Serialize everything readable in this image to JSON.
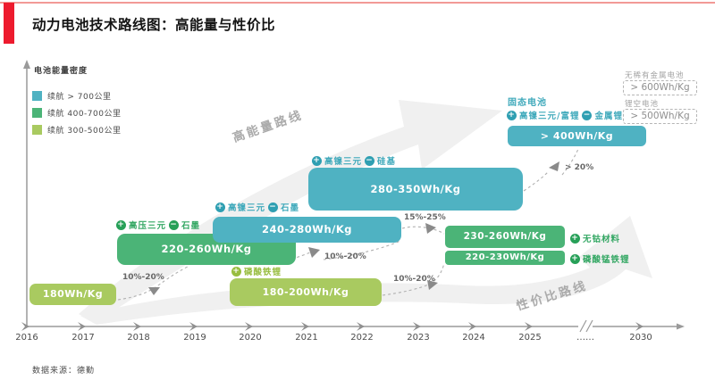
{
  "header": {
    "title": "动力电池技术路线图：高能量与性价比"
  },
  "y_axis": {
    "label": "电池能量密度"
  },
  "legend": {
    "items": [
      {
        "label": "续航 > 700公里",
        "color": "#4fb2c2"
      },
      {
        "label": "续航 400-700公里",
        "color": "#4bb477"
      },
      {
        "label": "续航 300-500公里",
        "color": "#a9ca60"
      }
    ]
  },
  "routes": {
    "high_energy": "高能量路线",
    "cost_perf": "性价比路线"
  },
  "icons": {
    "plus": "+",
    "minus": "−"
  },
  "bars": [
    {
      "label": "180Wh/Kg"
    },
    {
      "label": "220-260Wh/Kg"
    },
    {
      "label": "240-280Wh/Kg"
    },
    {
      "label": "280-350Wh/Kg"
    },
    {
      "label": "180-200Wh/Kg"
    },
    {
      "label": "230-260Wh/Kg"
    },
    {
      "label": "220-230Wh/Kg"
    },
    {
      "label": "> 400Wh/Kg"
    }
  ],
  "tech_labels": [
    {
      "add": "高压三元",
      "remove": "石墨"
    },
    {
      "add": "高镍三元",
      "remove": "石墨"
    },
    {
      "add": "高镍三元",
      "remove": "硅基"
    },
    {
      "category": "固态电池",
      "add": "高镍三元/富锂",
      "remove": "金属锂"
    },
    {
      "add": "磷酸铁锂"
    },
    {
      "add": "无钴材料"
    },
    {
      "add": "磷酸锰铁锂"
    }
  ],
  "future": [
    {
      "name": "无稀有金属电池",
      "value": "> 600Wh/Kg"
    },
    {
      "name": "锂空电池",
      "value": "> 500Wh/Kg"
    }
  ],
  "annotations": {
    "a1": "10%-20%",
    "a2": "10%-20%",
    "a3": "15%-25%",
    "a4": "10%-20%",
    "a5": "> 20%"
  },
  "timeline": {
    "years": [
      "2016",
      "2017",
      "2018",
      "2019",
      "2020",
      "2021",
      "2022",
      "2023",
      "2024",
      "2025",
      "……",
      "2030"
    ]
  },
  "footer": {
    "source": "数据来源：德勤"
  },
  "colors": {
    "teal": "#4fb2c2",
    "green": "#4bb477",
    "light_green": "#a9ca60",
    "red": "#ed1b2e",
    "arrow_gray": "#f0f0f0",
    "axis_gray": "#9a9a9a"
  },
  "chart_data": {
    "type": "bar",
    "title": "动力电池技术路线图：高能量与性价比",
    "ylabel": "电池能量密度",
    "xlabel": "",
    "x_ticks": [
      "2016",
      "2017",
      "2018",
      "2019",
      "2020",
      "2021",
      "2022",
      "2023",
      "2024",
      "2025",
      "……",
      "2030"
    ],
    "legend_position": "top-left",
    "grid": false,
    "series": [
      {
        "name": "180Wh/Kg",
        "year_start": 2016.0,
        "year_end": 2017.6,
        "range_class": "续航 300-500公里",
        "route": "性价比路线"
      },
      {
        "name": "220-260Wh/Kg",
        "year_start": 2017.6,
        "year_end": 2020.8,
        "range_class": "续航 400-700公里",
        "added": "高压三元",
        "removed": "石墨",
        "gain_vs_prev": "10%-20%",
        "route": "高能量路线"
      },
      {
        "name": "240-280Wh/Kg",
        "year_start": 2019.3,
        "year_end": 2022.7,
        "range_class": "续航 > 700公里",
        "added": "高镍三元",
        "removed": "石墨",
        "gain_vs_prev": "10%-20%",
        "route": "高能量路线"
      },
      {
        "name": "280-350Wh/Kg",
        "year_start": 2021.0,
        "year_end": 2024.9,
        "range_class": "续航 > 700公里",
        "added": "高镍三元",
        "removed": "硅基",
        "gain_vs_prev": "15%-25%",
        "route": "高能量路线"
      },
      {
        "name": "180-200Wh/Kg",
        "year_start": 2019.6,
        "year_end": 2022.3,
        "range_class": "续航 300-500公里",
        "added": "磷酸铁锂",
        "route": "性价比路线"
      },
      {
        "name": "230-260Wh/Kg",
        "year_start": 2023.5,
        "year_end": 2025.6,
        "range_class": "续航 400-700公里",
        "added": "无钴材料",
        "gain_vs_prev": "15%-25%",
        "route": "性价比路线"
      },
      {
        "name": "220-230Wh/Kg",
        "year_start": 2023.5,
        "year_end": 2025.6,
        "range_class": "续航 400-700公里",
        "added": "磷酸锰铁锂",
        "gain_vs_prev": "10%-20%",
        "route": "性价比路线"
      },
      {
        "name": "> 400Wh/Kg",
        "year_start": 2024.6,
        "year_end": 2027.0,
        "category": "固态电池",
        "added": "高镍三元/富锂",
        "removed": "金属锂",
        "gain_vs_prev": "> 20%",
        "route": "高能量路线"
      },
      {
        "name": "> 600Wh/Kg",
        "category": "无稀有金属电池",
        "year_hint": 2030
      },
      {
        "name": "> 500Wh/Kg",
        "category": "锂空电池",
        "year_hint": 2030
      }
    ]
  }
}
